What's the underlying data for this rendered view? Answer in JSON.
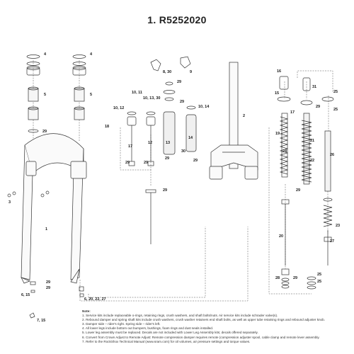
{
  "title": "1. R5252020",
  "callouts": [
    {
      "id": "c4a",
      "label": "4"
    },
    {
      "id": "c4b",
      "label": "4"
    },
    {
      "id": "c5a",
      "label": "5"
    },
    {
      "id": "c5b",
      "label": "5"
    },
    {
      "id": "c29a",
      "label": "29"
    },
    {
      "id": "c3",
      "label": "3"
    },
    {
      "id": "c1",
      "label": "1"
    },
    {
      "id": "c29b",
      "label": "29"
    },
    {
      "id": "c29c",
      "label": "29"
    },
    {
      "id": "c6_15",
      "label": "6, 15"
    },
    {
      "id": "c7_15",
      "label": "7, 15"
    },
    {
      "id": "c6_20",
      "label": "6, 20, 22, 27"
    },
    {
      "id": "c8_30",
      "label": "8, 30"
    },
    {
      "id": "c9",
      "label": "9"
    },
    {
      "id": "c10_11",
      "label": "10, 11"
    },
    {
      "id": "c10_12",
      "label": "10, 12"
    },
    {
      "id": "c10_13",
      "label": "10, 13, 30"
    },
    {
      "id": "c10_14",
      "label": "10, 14"
    },
    {
      "id": "c18",
      "label": "18"
    },
    {
      "id": "c17",
      "label": "17"
    },
    {
      "id": "c12",
      "label": "12"
    },
    {
      "id": "c13",
      "label": "13"
    },
    {
      "id": "c14",
      "label": "14"
    },
    {
      "id": "c29d",
      "label": "29"
    },
    {
      "id": "c29e",
      "label": "29"
    },
    {
      "id": "c29f",
      "label": "29"
    },
    {
      "id": "c29g",
      "label": "29"
    },
    {
      "id": "c29h",
      "label": "29"
    },
    {
      "id": "c30",
      "label": "30"
    },
    {
      "id": "c2",
      "label": "2"
    },
    {
      "id": "c29i",
      "label": "29"
    },
    {
      "id": "c29j",
      "label": "29"
    },
    {
      "id": "c16",
      "label": "16"
    },
    {
      "id": "c15",
      "label": "15"
    },
    {
      "id": "c17b",
      "label": "17"
    },
    {
      "id": "c31",
      "label": "31"
    },
    {
      "id": "c25a",
      "label": "25"
    },
    {
      "id": "c25b",
      "label": "25"
    },
    {
      "id": "c29k",
      "label": "29"
    },
    {
      "id": "c19",
      "label": "19"
    },
    {
      "id": "c24",
      "label": "24"
    },
    {
      "id": "c21",
      "label": "21"
    },
    {
      "id": "c22",
      "label": "22"
    },
    {
      "id": "c26",
      "label": "26"
    },
    {
      "id": "c29l",
      "label": "29"
    },
    {
      "id": "c20",
      "label": "20"
    },
    {
      "id": "c23",
      "label": "23"
    },
    {
      "id": "c27",
      "label": "27"
    },
    {
      "id": "c28",
      "label": "28"
    },
    {
      "id": "c25c",
      "label": "25"
    },
    {
      "id": "c29m",
      "label": "29"
    },
    {
      "id": "c25d",
      "label": "25"
    }
  ],
  "notes": {
    "heading": "Note:",
    "lines": [
      "1. Service kits include replaceable o-rings, retaining rings, crush washers, and shaft bolts/nuts.   Air service kits include schrader valve(s).",
      "2. Rebound damper and spring shaft kits include crush washers, crush washer retainers end shaft bolts, as well as upper tube retaining rings and rebound adjuster knob.",
      "3. Damper side – rider's right.  Spring side – rider's left.",
      "4. All lower legs include bottom out bumpers, bushings, foam rings and dust seals installed.",
      "5. Lower leg assembly must be replaced. Decals are not included with Lower Leg Assembly kits; decals offered separately.",
      "6. Convert from Crown Adjust to Remote Adjust:  Remote compression damper requires remote (compression adjuster spool, cable clamp and remote lever assembly.",
      "7. Refer to the RockShox Technical Manual (www.sram.com) for oil volumes, air pressure settings and torque values."
    ]
  }
}
